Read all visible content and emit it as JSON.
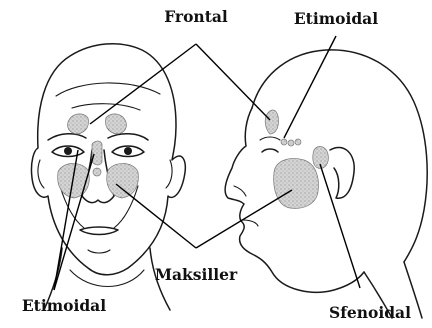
{
  "labels": {
    "frontal": "Frontal",
    "etmoidal_top": "Etimoidal",
    "maksiller": "Maksiller",
    "etmoidal_bottom": "Etimoidal",
    "sfenoidal": "Sfenoidal"
  },
  "colors": {
    "ink": "#1a1a1a",
    "sinus_fill": "#c9c9c9",
    "background": "#ffffff"
  }
}
